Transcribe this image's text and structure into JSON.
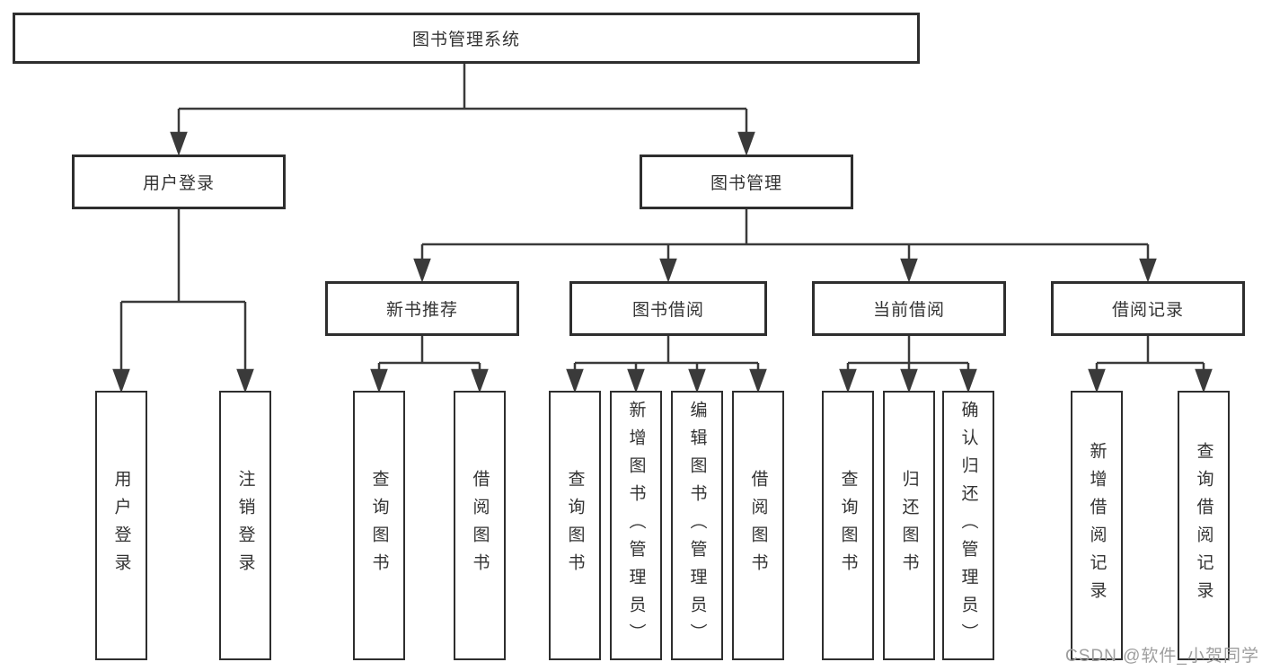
{
  "root": {
    "label": "图书管理系统"
  },
  "level2": [
    {
      "label": "用户登录"
    },
    {
      "label": "图书管理"
    }
  ],
  "level3": [
    {
      "label": "新书推荐",
      "parent": "图书管理"
    },
    {
      "label": "图书借阅",
      "parent": "图书管理"
    },
    {
      "label": "当前借阅",
      "parent": "图书管理"
    },
    {
      "label": "借阅记录",
      "parent": "图书管理"
    }
  ],
  "leaves": [
    {
      "label": "用户登录",
      "parent": "用户登录"
    },
    {
      "label": "注销登录",
      "parent": "用户登录"
    },
    {
      "label": "查询图书",
      "parent": "新书推荐"
    },
    {
      "label": "借阅图书",
      "parent": "新书推荐"
    },
    {
      "label": "查询图书",
      "parent": "图书借阅"
    },
    {
      "label": "新增图书（管理员）",
      "parent": "图书借阅"
    },
    {
      "label": "编辑图书（管理员）",
      "parent": "图书借阅"
    },
    {
      "label": "借阅图书",
      "parent": "图书借阅"
    },
    {
      "label": "查询图书",
      "parent": "当前借阅"
    },
    {
      "label": "归还图书",
      "parent": "当前借阅"
    },
    {
      "label": "确认归还（管理员）",
      "parent": "当前借阅"
    },
    {
      "label": "新增借阅记录",
      "parent": "借阅记录"
    },
    {
      "label": "查询借阅记录",
      "parent": "借阅记录"
    }
  ],
  "watermark": {
    "text": "CSDN @软件_小贺同学"
  },
  "colors": {
    "line": "#3a3a3a",
    "box_border": "#2e2e2e",
    "text": "#333333",
    "watermark": "#9e9e9e",
    "background": "#ffffff"
  }
}
